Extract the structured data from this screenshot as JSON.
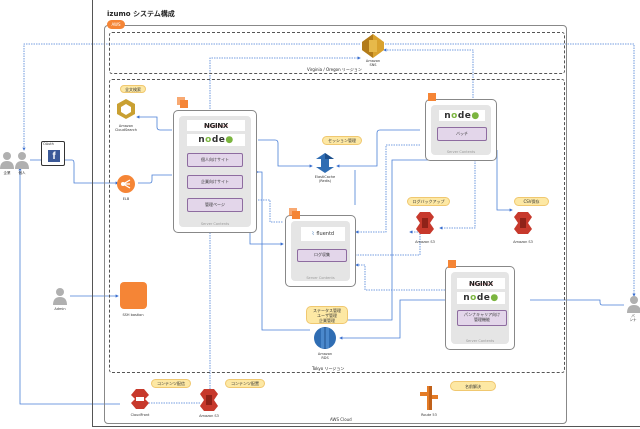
{
  "title": "izumo システム構成",
  "aws_badge": "AWS",
  "aws_cloud_label": "AWS Cloud",
  "regions": {
    "virginia": "Virginia / Oregon リージョン",
    "tokyo": "Tokyo リージョン"
  },
  "actors": {
    "company": "企業",
    "individual": "個人",
    "admin": "Admin",
    "partner": "パンナ"
  },
  "oauth": {
    "label": "OAuth",
    "icon": "facebook-icon"
  },
  "services": {
    "sns": "Amazon\nSNS",
    "cloudsearch": "Amazon\nCloudSearch",
    "elb": "ELB",
    "elasticache": "ElastiCache\n(Redis)",
    "ssh_bastion": "SSH bastion",
    "s3_log": "Amazon S3",
    "s3_csv": "Amazon S3",
    "rds": "Amazon\nRDS",
    "cloudfront": "CloudFront",
    "s3_contents": "Amazon S3",
    "route53": "Route 53"
  },
  "bubbles": {
    "fulltext": "全文検索",
    "session": "セッション管理",
    "log_backup": "ログバックアップ",
    "csv_save": "CSV保存",
    "db_roles": "ステータス管理\nユーザ管理\n企業管理",
    "content_delivery": "コンテンツ配信",
    "content_storage": "コンテンツ配置",
    "dns": "名前解決"
  },
  "servers": {
    "web": {
      "logos": [
        "NGINX",
        "node"
      ],
      "functions": [
        "個人向けサイト",
        "企業向けサイト",
        "管理ページ"
      ],
      "label": "Server Contents"
    },
    "batch": {
      "logos": [
        "node"
      ],
      "functions": [
        "バッチ"
      ],
      "label": "Server Contents"
    },
    "fluentd": {
      "logos": [
        "fluentd"
      ],
      "functions": [
        "ログ収集"
      ],
      "label": "Server Contents"
    },
    "partner": {
      "logos": [
        "NGINX",
        "node"
      ],
      "functions": [
        "パンナキャリア向け\n管理機能"
      ],
      "label": "Server Contents"
    }
  },
  "colors": {
    "aws_orange": "#f58536",
    "s3_red": "#c7392c",
    "db_blue": "#2f6db3",
    "arrow_blue": "#4a7fd6",
    "bubble_yellow": "#fde8a4",
    "func_purple": "#e3d6ea"
  }
}
